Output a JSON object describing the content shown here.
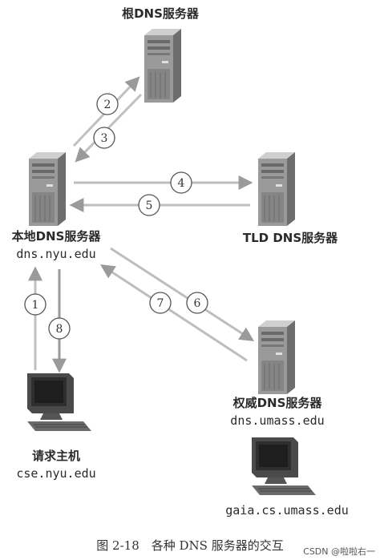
{
  "nodes": {
    "root": {
      "name": "根DNS服务器"
    },
    "local": {
      "name": "本地DNS服务器",
      "host": "dns.nyu.edu"
    },
    "tld": {
      "name": "TLD DNS服务器"
    },
    "auth": {
      "name": "权威DNS服务器",
      "host": "dns.umass.edu"
    },
    "client": {
      "name": "请求主机",
      "host": "cse.nyu.edu"
    },
    "target": {
      "host": "gaia.cs.umass.edu"
    }
  },
  "steps": [
    "1",
    "2",
    "3",
    "4",
    "5",
    "6",
    "7",
    "8"
  ],
  "caption": "图 2-18　各种 DNS 服务器的交互",
  "watermark": "CSDN @啦啦右一",
  "colors": {
    "arrow": "#b9b9b9",
    "arrow_dark": "#8a8a8a",
    "server_body": "#8f8f8f",
    "server_dark": "#5e5e5e",
    "monitor": "#3a3a3a"
  }
}
